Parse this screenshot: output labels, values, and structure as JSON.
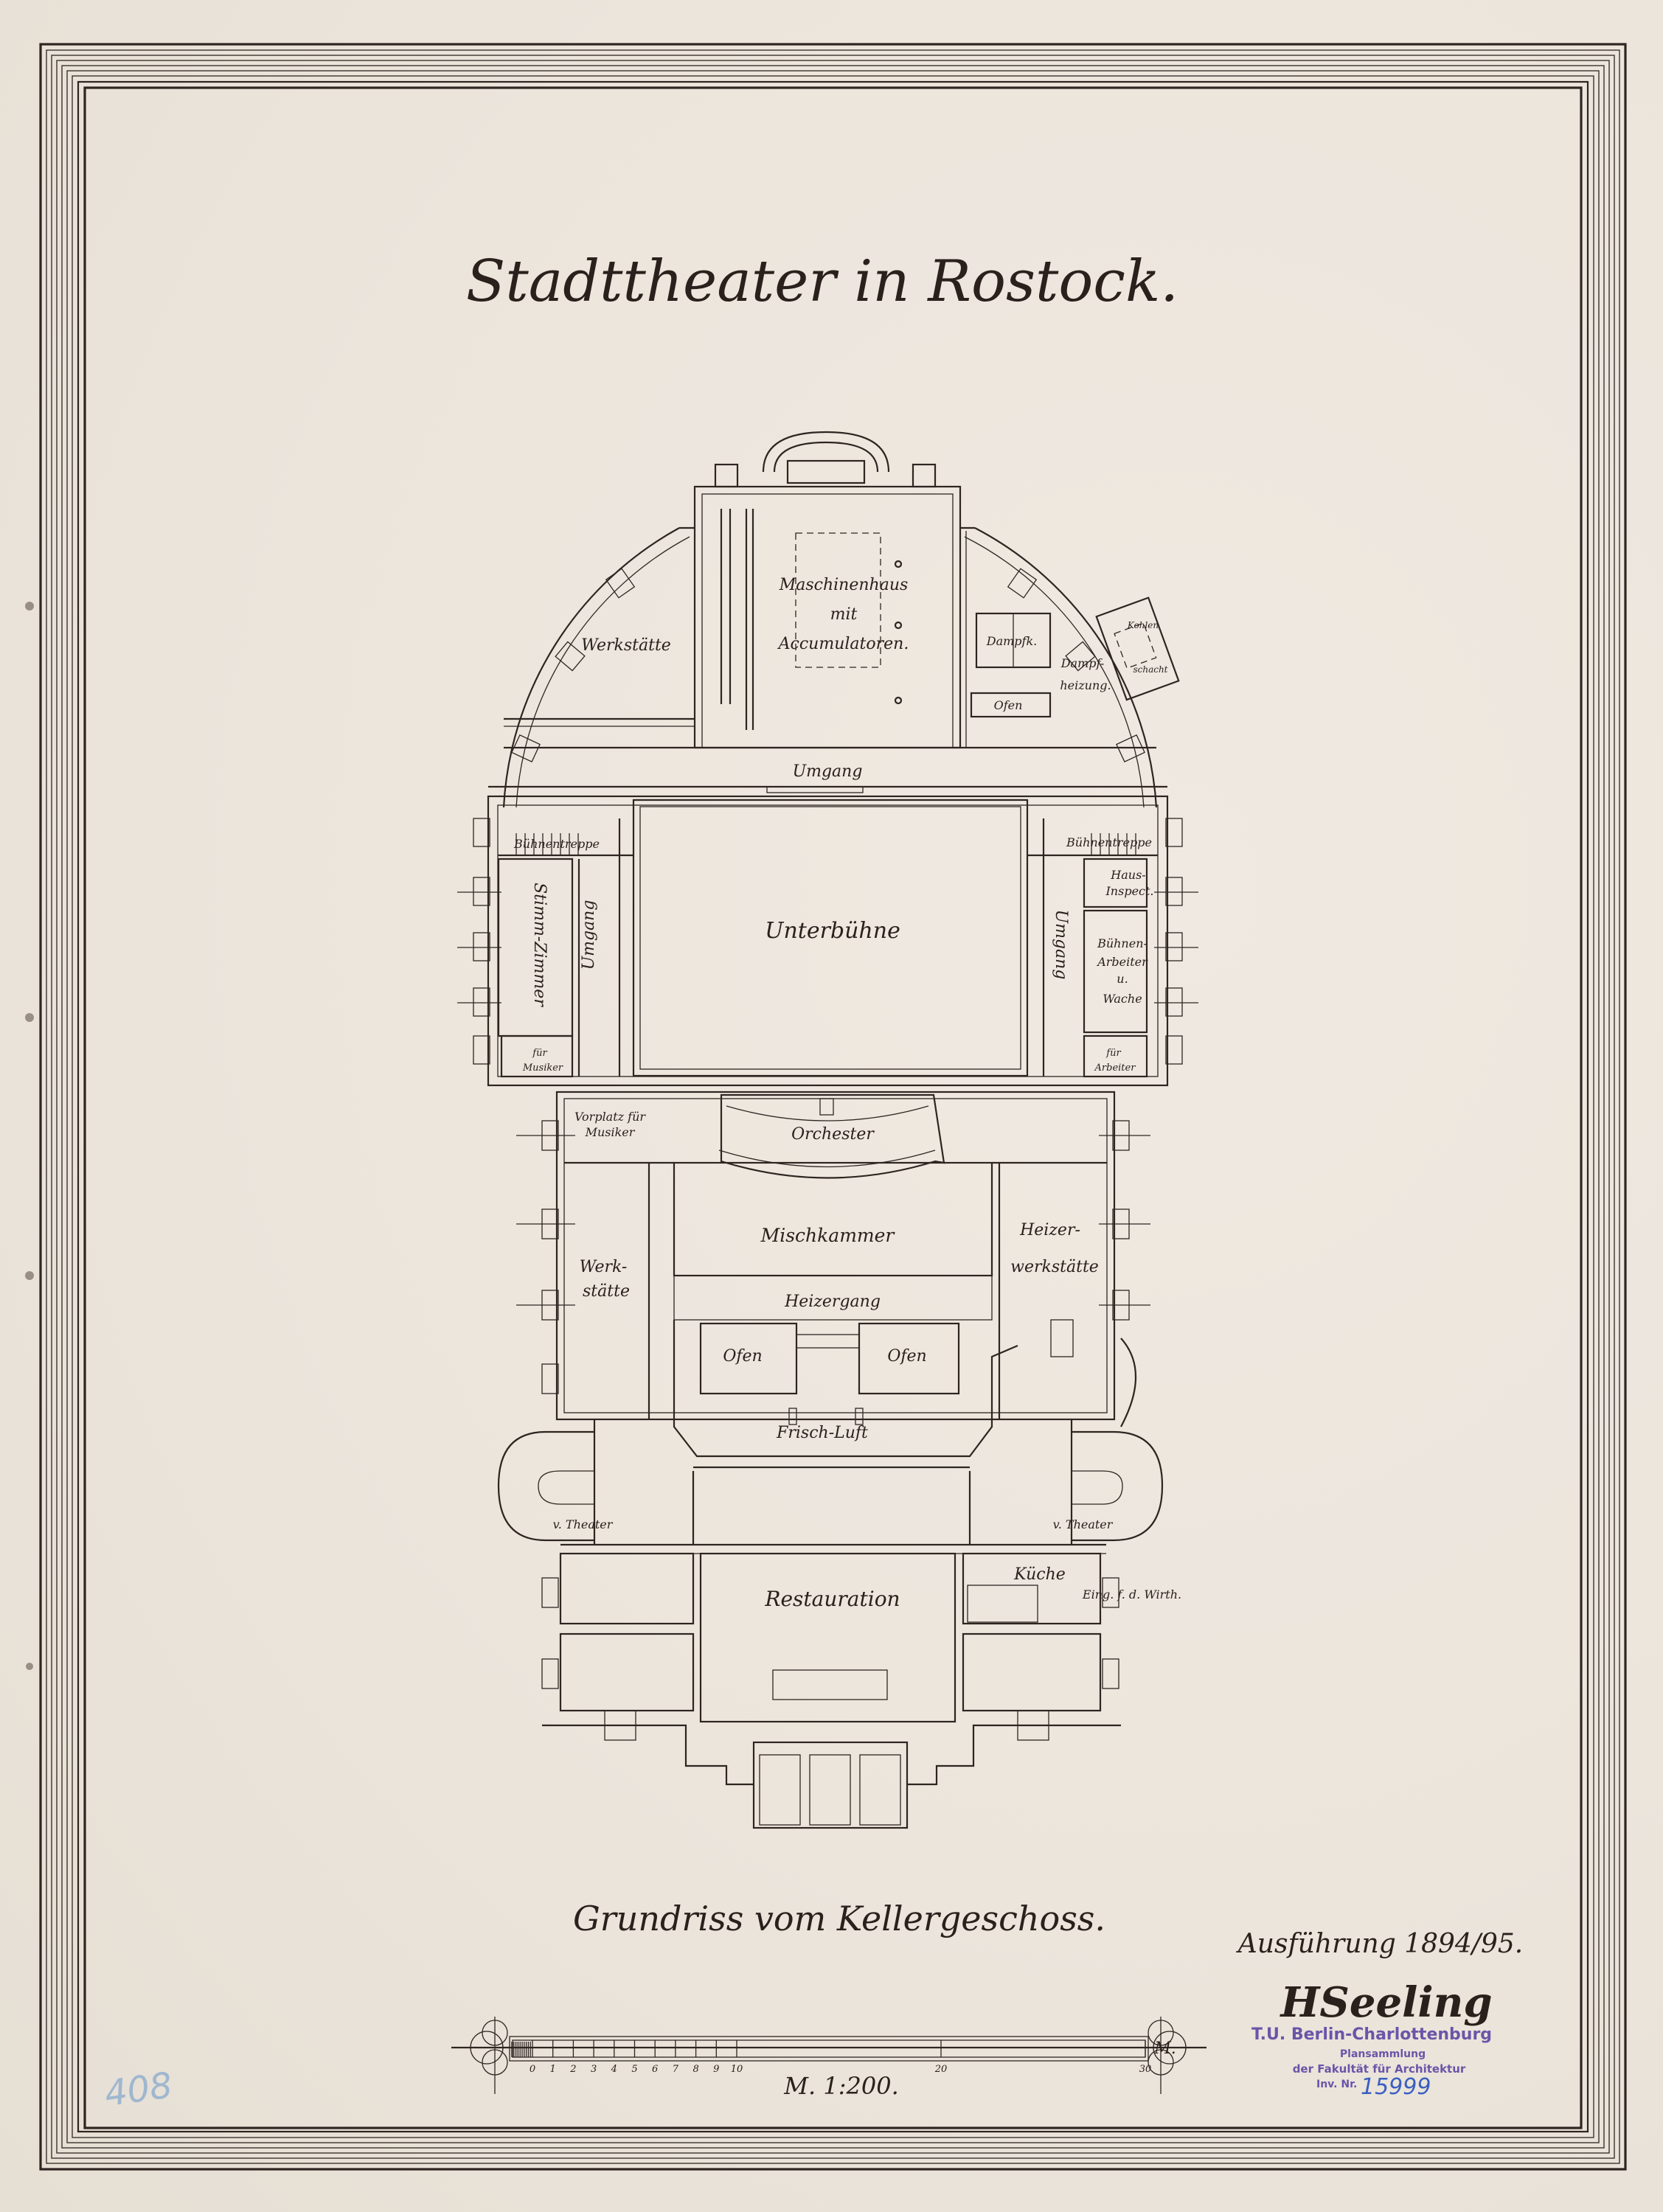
{
  "title": "Stadttheater in Rostock.",
  "subtitle": "Grundriss vom Kellergeschoss.",
  "execution": "Ausführung 1894/95.",
  "signature": "HSeeling",
  "scale": {
    "label": "M. 1:200.",
    "unit_mark": "M.",
    "ticks": [
      "0",
      "1",
      "2",
      "3",
      "4",
      "5",
      "6",
      "7",
      "8",
      "9",
      "10",
      "20",
      "30"
    ]
  },
  "stamp": {
    "line1": "T.U. Berlin-Charlottenburg",
    "line2": "Plansammlung",
    "line3": "der Fakultät für Architektur",
    "inv_label": "Inv. Nr.",
    "inv_number": "15999"
  },
  "pencil_note": "408",
  "colors": {
    "ink": "#2e2521",
    "paper": "#ebe5dc",
    "stamp": "#6a55a8",
    "inv_ink": "#3a5fc0"
  },
  "plan": {
    "rooms": {
      "maschinenhaus": "Maschinenhaus",
      "mit": "mit",
      "accumulatoren": "Accumulatoren.",
      "werkstaette_top": "Werkstätte",
      "dampfk": "Dampfk.",
      "dampfheizung_1": "Dampf-",
      "dampfheizung_2": "heizung.",
      "ofen_top": "Ofen",
      "kohlen": "Kohlen",
      "schacht": "schacht",
      "umgang_top": "Umgang",
      "buehnentreppe_left": "Bühnentreppe",
      "buehnentreppe_right": "Bühnentreppe",
      "stimm_zimmer": "Stimm-Zimmer",
      "umgang_left": "Umgang",
      "umgang_right": "Umgang",
      "unterbuehne": "Unterbühne",
      "haus_1": "Haus-",
      "haus_2": "Inspect.",
      "buehnen_1": "Bühnen-",
      "buehnen_2": "Arbeiter",
      "buehnen_3": "u.",
      "buehnen_4": "Wache",
      "fuer_musiker_1": "für",
      "fuer_musiker_2": "Musiker",
      "fuer_arbeiter_1": "für",
      "fuer_arbeiter_2": "Arbeiter",
      "vorplatz_1": "Vorplatz für",
      "vorplatz_2": "Musiker",
      "orchester": "Orchester",
      "mischkammer": "Mischkammer",
      "heizer_1": "Heizer-",
      "heizer_2": "werkstätte",
      "werk_1": "Werk-",
      "werk_2": "stätte",
      "heizergang": "Heizergang",
      "ofen_left": "Ofen",
      "ofen_right": "Ofen",
      "frisch_luft": "Frisch-Luft",
      "v_theater_left": "v. Theater",
      "v_theater_right": "v. Theater",
      "restauration": "Restauration",
      "kueche": "Küche",
      "eingang_wirth": "Eing. f. d. Wirth."
    }
  }
}
